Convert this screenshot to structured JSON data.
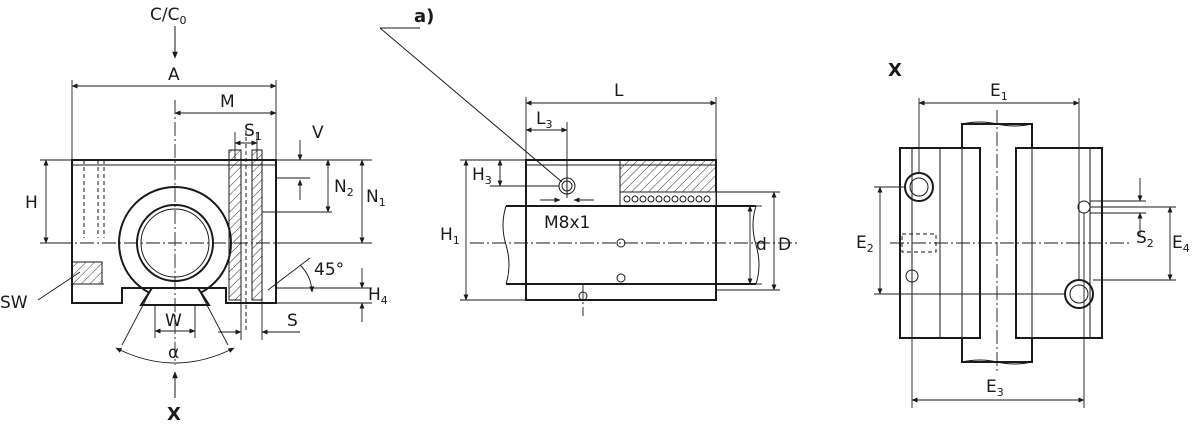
{
  "labels": {
    "load": "C/C",
    "load_sub": "0",
    "A": "A",
    "M": "M",
    "S1": "S",
    "S1_sub": "1",
    "V": "V",
    "H": "H",
    "N2": "N",
    "N2_sub": "2",
    "N1": "N",
    "N1_sub": "1",
    "angle45": "45°",
    "H4": "H",
    "H4_sub": "4",
    "SW": "SW",
    "W": "W",
    "S": "S",
    "alpha": "α",
    "x_left": "X",
    "note_a": "a)",
    "L": "L",
    "L3": "L",
    "L3_sub": "3",
    "H3": "H",
    "H3_sub": "3",
    "thread": "M8x1",
    "H1": "H",
    "H1_sub": "1",
    "d": "d",
    "D": "D",
    "x_right": "X",
    "E1": "E",
    "E1_sub": "1",
    "E2": "E",
    "E2_sub": "2",
    "S2": "S",
    "S2_sub": "2",
    "E4": "E",
    "E4_sub": "4",
    "E3": "E",
    "E3_sub": "3"
  },
  "colors": {
    "ink": "#1a1a1a",
    "background": "#ffffff"
  }
}
